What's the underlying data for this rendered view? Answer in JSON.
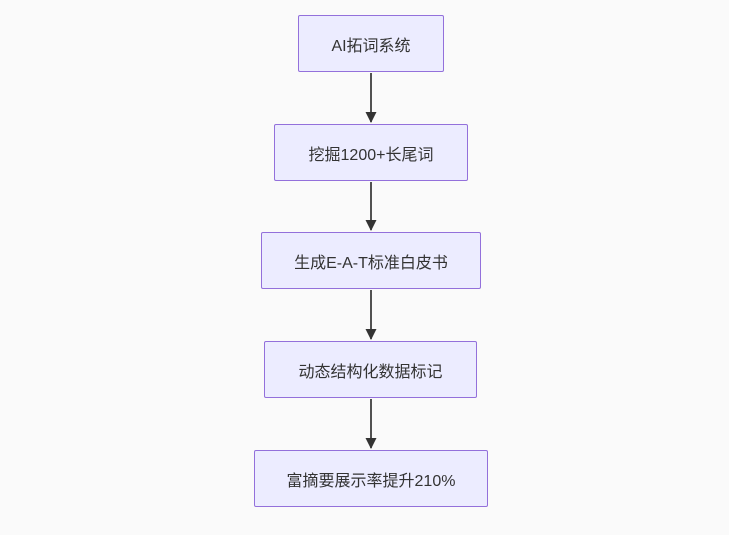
{
  "diagram": {
    "type": "flowchart-vertical",
    "background_color": "#fafafa",
    "node_fill_color": "#ECECFF",
    "node_border_color": "#9370DB",
    "arrow_color": "#333333",
    "text_color": "#333333",
    "nodes": [
      {
        "id": "node-1",
        "label": "AI拓词系统"
      },
      {
        "id": "node-2",
        "label": "挖掘1200+长尾词"
      },
      {
        "id": "node-3",
        "label": "生成E-A-T标准白皮书"
      },
      {
        "id": "node-4",
        "label": "动态结构化数据标记"
      },
      {
        "id": "node-5",
        "label": "富摘要展示率提升210%"
      }
    ],
    "edges": [
      {
        "from": "node-1",
        "to": "node-2"
      },
      {
        "from": "node-2",
        "to": "node-3"
      },
      {
        "from": "node-3",
        "to": "node-4"
      },
      {
        "from": "node-4",
        "to": "node-5"
      }
    ]
  }
}
